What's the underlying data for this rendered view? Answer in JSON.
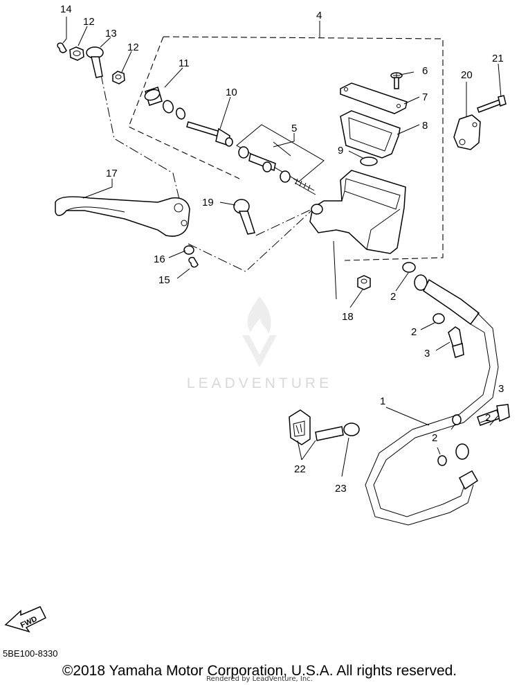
{
  "callouts": {
    "c1": "1",
    "c2a": "2",
    "c2b": "2",
    "c2c": "2",
    "c2d": "2",
    "c3a": "3",
    "c3b": "3",
    "c4": "4",
    "c5": "5",
    "c6": "6",
    "c7": "7",
    "c8": "8",
    "c9": "9",
    "c10": "10",
    "c11": "11",
    "c12a": "12",
    "c12b": "12",
    "c13": "13",
    "c14": "14",
    "c15": "15",
    "c16": "16",
    "c17": "17",
    "c18": "18",
    "c19": "19",
    "c20": "20",
    "c21": "21",
    "c22": "22",
    "c23": "23"
  },
  "fwd_label": "FWD",
  "watermark": "LEADVENTURE",
  "diagram_code": "5BE100-8330",
  "copyright": "©2018 Yamaha Motor Corporation, U.S.A. All rights reserved.",
  "rendered_by": "Rendered by LeadVenture, Inc."
}
